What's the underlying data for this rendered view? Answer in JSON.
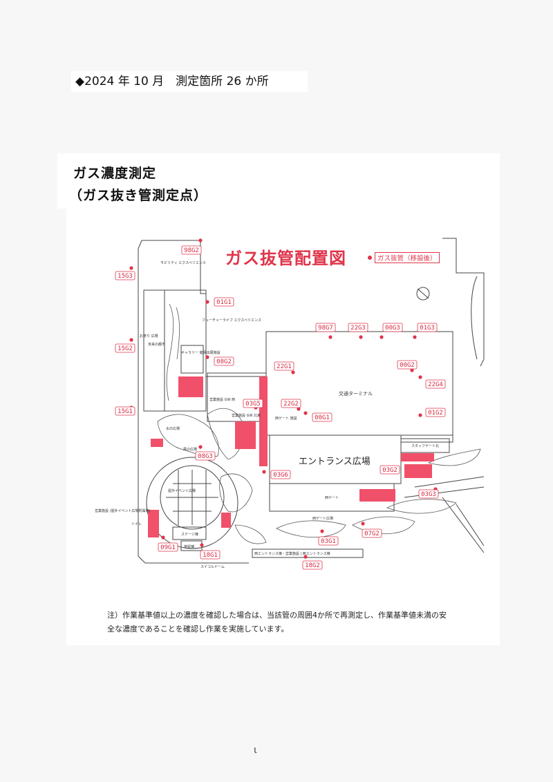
{
  "header": {
    "period_label": "◆2024 年 10 月　測定箇所 26 か所"
  },
  "section": {
    "title_line1": "ガス濃度測定",
    "title_line2": "（ガス抜き管測定点）"
  },
  "map": {
    "title": "ガス抜管配置図",
    "legend": "ガス抜管（移設後）",
    "colors": {
      "marker": "#e0344a",
      "label_border": "#e0344a",
      "highlight": "#f0506a"
    },
    "icon": "north-arrow-icon",
    "facility_labels": {
      "mobility": "モビリティ エクスペリエンス",
      "future_life": "フューチャーライフ エクスペリエンス",
      "future_city": "未来の都市",
      "gallery": "ギャラリー 催事出展施設",
      "shop_gw": "営業施設 GW 西",
      "shop_gw_north": "営業施設 GW 北東",
      "west_gate_facility": "西ゲート 施設",
      "terminal": "交通ターミナル",
      "entrance_plaza": "エントランス広場",
      "staff_gate": "スタッフゲート北",
      "west_gate": "西ゲート",
      "west_gate_plaza": "西ゲート広場",
      "outdoor_event": "屋外イベント広場",
      "shop_outdoor": "営業施設 (屋外イベント広場附属棟)",
      "stage": "ステージ棟",
      "backstage": "楽屋棟",
      "toilet": "トイレ",
      "water_plaza": "水の広場",
      "scene_plaza": "風の広場",
      "ogawa_plaza": "お祭り 広場",
      "west_entrance": "西エントランス棟・営業施設 | 西エントランス棟",
      "eco_dome": "スイコルドーム"
    },
    "points": [
      {
        "id": "98G2"
      },
      {
        "id": "15G3"
      },
      {
        "id": "01G1"
      },
      {
        "id": "15G2"
      },
      {
        "id": "08G2"
      },
      {
        "id": "15G1"
      },
      {
        "id": "98G7"
      },
      {
        "id": "22G3"
      },
      {
        "id": "00G3"
      },
      {
        "id": "01G3"
      },
      {
        "id": "22G1"
      },
      {
        "id": "00G2"
      },
      {
        "id": "22G4"
      },
      {
        "id": "03G5"
      },
      {
        "id": "22G2"
      },
      {
        "id": "00G1"
      },
      {
        "id": "01G2"
      },
      {
        "id": "08G3"
      },
      {
        "id": "03G6"
      },
      {
        "id": "03G2"
      },
      {
        "id": "03G3"
      },
      {
        "id": "07G2"
      },
      {
        "id": "03G1"
      },
      {
        "id": "09G1"
      },
      {
        "id": "18G1"
      },
      {
        "id": "18G2"
      }
    ]
  },
  "note": {
    "line1": "注）作業基準値以上の濃度を確認した場合は、当該管の周囲4か所で再測定し、作業基準値未満の安",
    "line2": "全な濃度であることを確認し作業を実施しています。"
  },
  "footer_mark": "ι"
}
